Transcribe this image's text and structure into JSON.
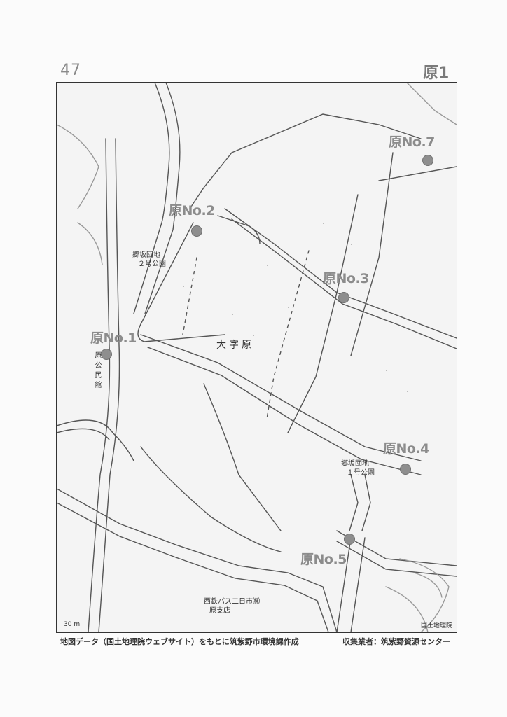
{
  "page": {
    "number": "47",
    "code": "原1"
  },
  "map": {
    "district": "大字原",
    "markers": [
      {
        "id": "1",
        "label": "原No.1"
      },
      {
        "id": "2",
        "label": "原No.2"
      },
      {
        "id": "3",
        "label": "原No.3"
      },
      {
        "id": "4",
        "label": "原No.4"
      },
      {
        "id": "5",
        "label": "原No.5"
      },
      {
        "id": "7",
        "label": "原No.7"
      }
    ],
    "places": {
      "park2_line1": "郷坂団地",
      "park2_line2": "２号公園",
      "park1_line1": "郷坂団地",
      "park1_line2": "１号公園",
      "community_hall": "原公民館",
      "bus_line1": "西鉄バス二日市㈱",
      "bus_line2": "原支店"
    },
    "scale": "30 m",
    "attribution": "国土地理院"
  },
  "footer": {
    "source": "地図データ（国土地理院ウェブサイト）をもとに筑紫野市環境課作成",
    "collector": "収集業者：筑紫野資源センター"
  }
}
